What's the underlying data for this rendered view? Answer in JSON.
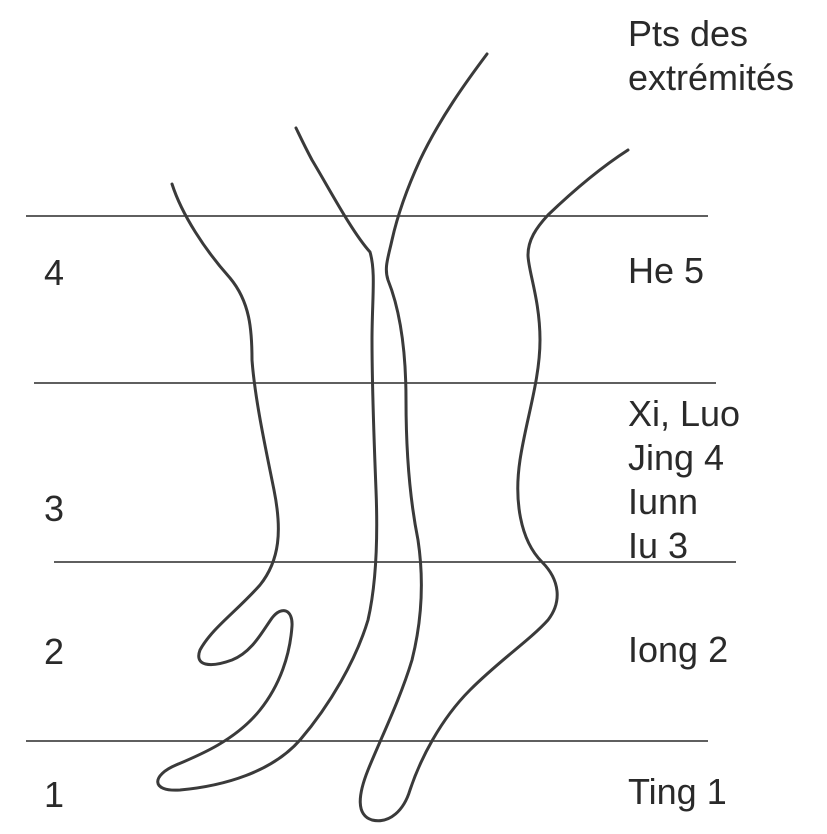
{
  "header": {
    "title_line1": "Pts des",
    "title_line2": "extrémités"
  },
  "zones": [
    {
      "number": "1",
      "points": [
        "Ting 1"
      ]
    },
    {
      "number": "2",
      "points": [
        "Iong 2"
      ]
    },
    {
      "number": "3",
      "points": [
        "Xi, Luo",
        "Jing 4",
        "Iunn",
        "Iu 3"
      ]
    },
    {
      "number": "4",
      "points": [
        "He 5"
      ]
    }
  ],
  "colors": {
    "ink": "#2a2a2a",
    "background": "#ffffff"
  }
}
